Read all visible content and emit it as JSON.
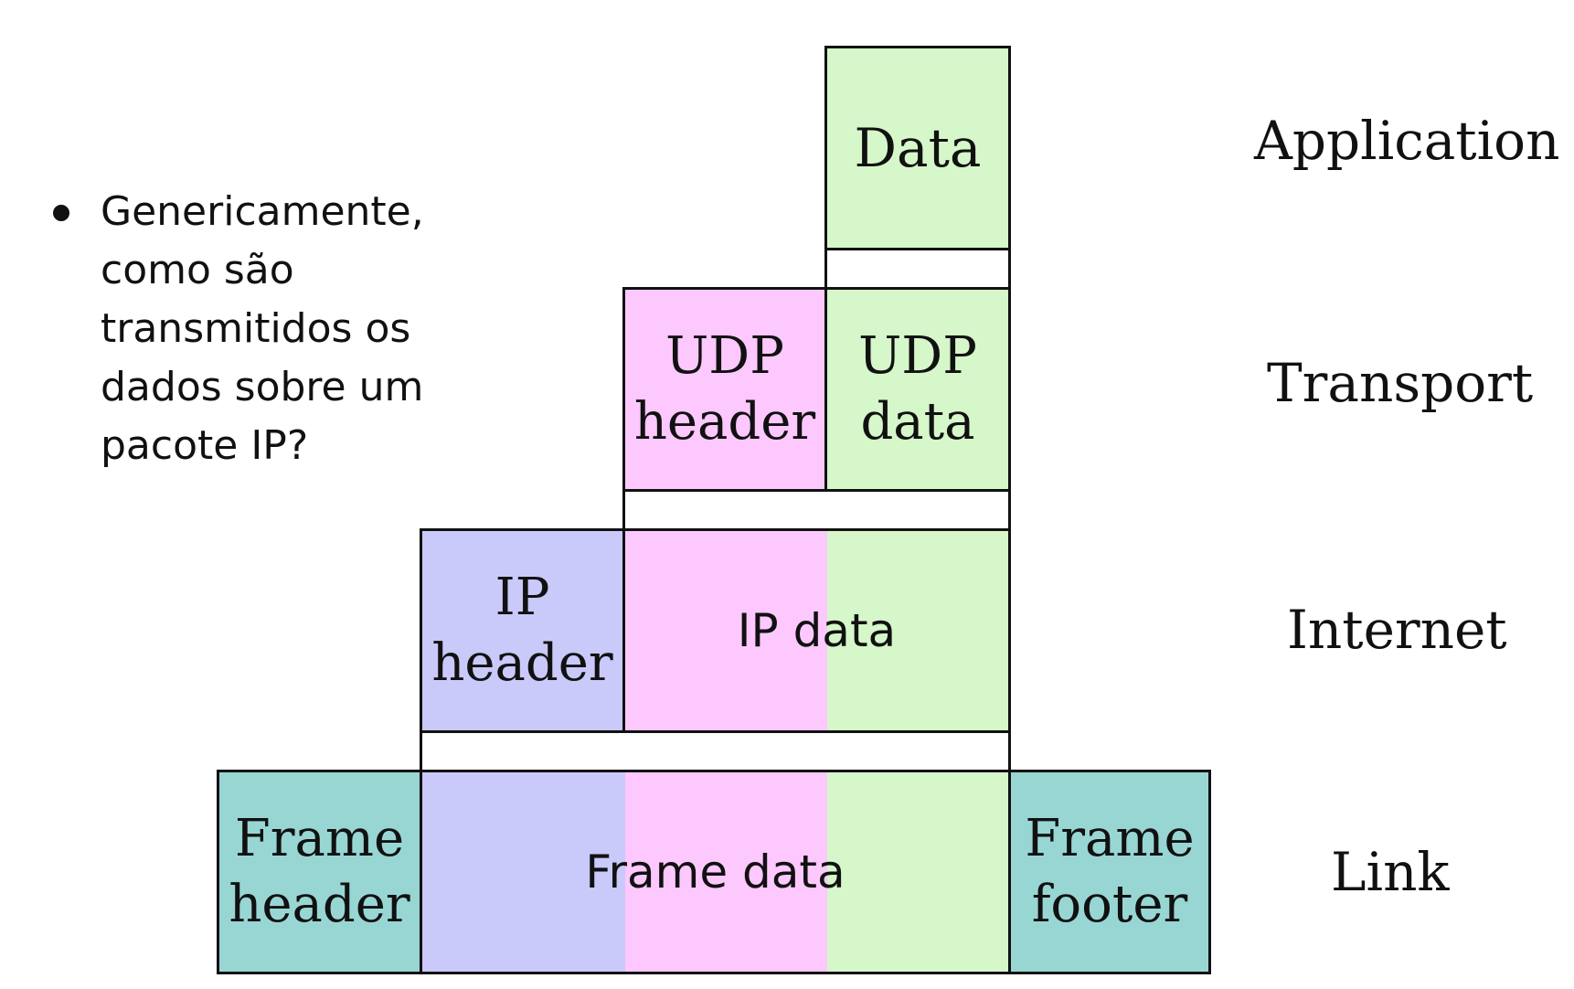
{
  "bullet": {
    "text": "Genericamente, como são transmitidos os dados sobre um pacote IP?"
  },
  "diagram": {
    "application": {
      "data": "Data"
    },
    "transport": {
      "header_line1": "UDP",
      "header_line2": "header",
      "data_line1": "UDP",
      "data_line2": "data"
    },
    "internet": {
      "header_line1": "IP",
      "header_line2": "header",
      "data": "IP data"
    },
    "link": {
      "header_line1": "Frame",
      "header_line2": "header",
      "data": "Frame data",
      "footer_line1": "Frame",
      "footer_line2": "footer"
    }
  },
  "layers": [
    "Application",
    "Transport",
    "Internet",
    "Link"
  ],
  "colors": {
    "application": "#d5f7c9",
    "udp_header": "#fdc8fd",
    "ip_header": "#c9c9fa",
    "frame": "#98d6d4"
  }
}
